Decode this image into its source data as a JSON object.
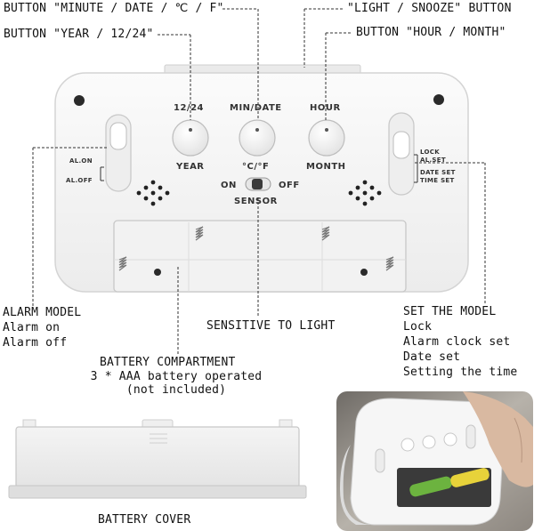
{
  "callouts": {
    "minute_date_button": "BUTTON \"MINUTE / DATE / ℃ / F\"",
    "year_button": "BUTTON \"YEAR / 12/24\"",
    "light_snooze_button": "\"LIGHT / SNOOZE\" BUTTON",
    "hour_month_button": "BUTTON \"HOUR / MONTH\"",
    "alarm_model": {
      "title": "ALARM MODEL",
      "lines": [
        "Alarm on",
        "Alarm off"
      ]
    },
    "sensitive_to_light": "SENSITIVE TO LIGHT",
    "set_the_model": {
      "title": "SET THE MODEL",
      "lines": [
        "Lock",
        "Alarm clock set",
        "Date set",
        "Setting the time"
      ]
    },
    "battery_compartment": {
      "title": "BATTERY COMPARTMENT",
      "lines": [
        "3 * AAA battery operated",
        "(not included)"
      ]
    },
    "battery_cover": "BATTERY COVER"
  },
  "device": {
    "button_top_labels": [
      "12/24",
      "MIN/DATE",
      "HOUR"
    ],
    "button_bottom_labels": [
      "YEAR",
      "°C/°F",
      "MONTH"
    ],
    "switch_left": [
      "AL.ON",
      "AL.OFF"
    ],
    "switch_right": [
      "LOCK",
      "AL.SET",
      "DATE SET",
      "TIME SET"
    ],
    "sensor": {
      "on": "ON",
      "off": "OFF",
      "label": "SENSOR"
    }
  },
  "colors": {
    "device_body": "#f7f7f7",
    "device_outline": "#d6d6d6",
    "callout_line": "#333333",
    "battery_green": "#6cb33f",
    "battery_yellow": "#e7d23a"
  }
}
